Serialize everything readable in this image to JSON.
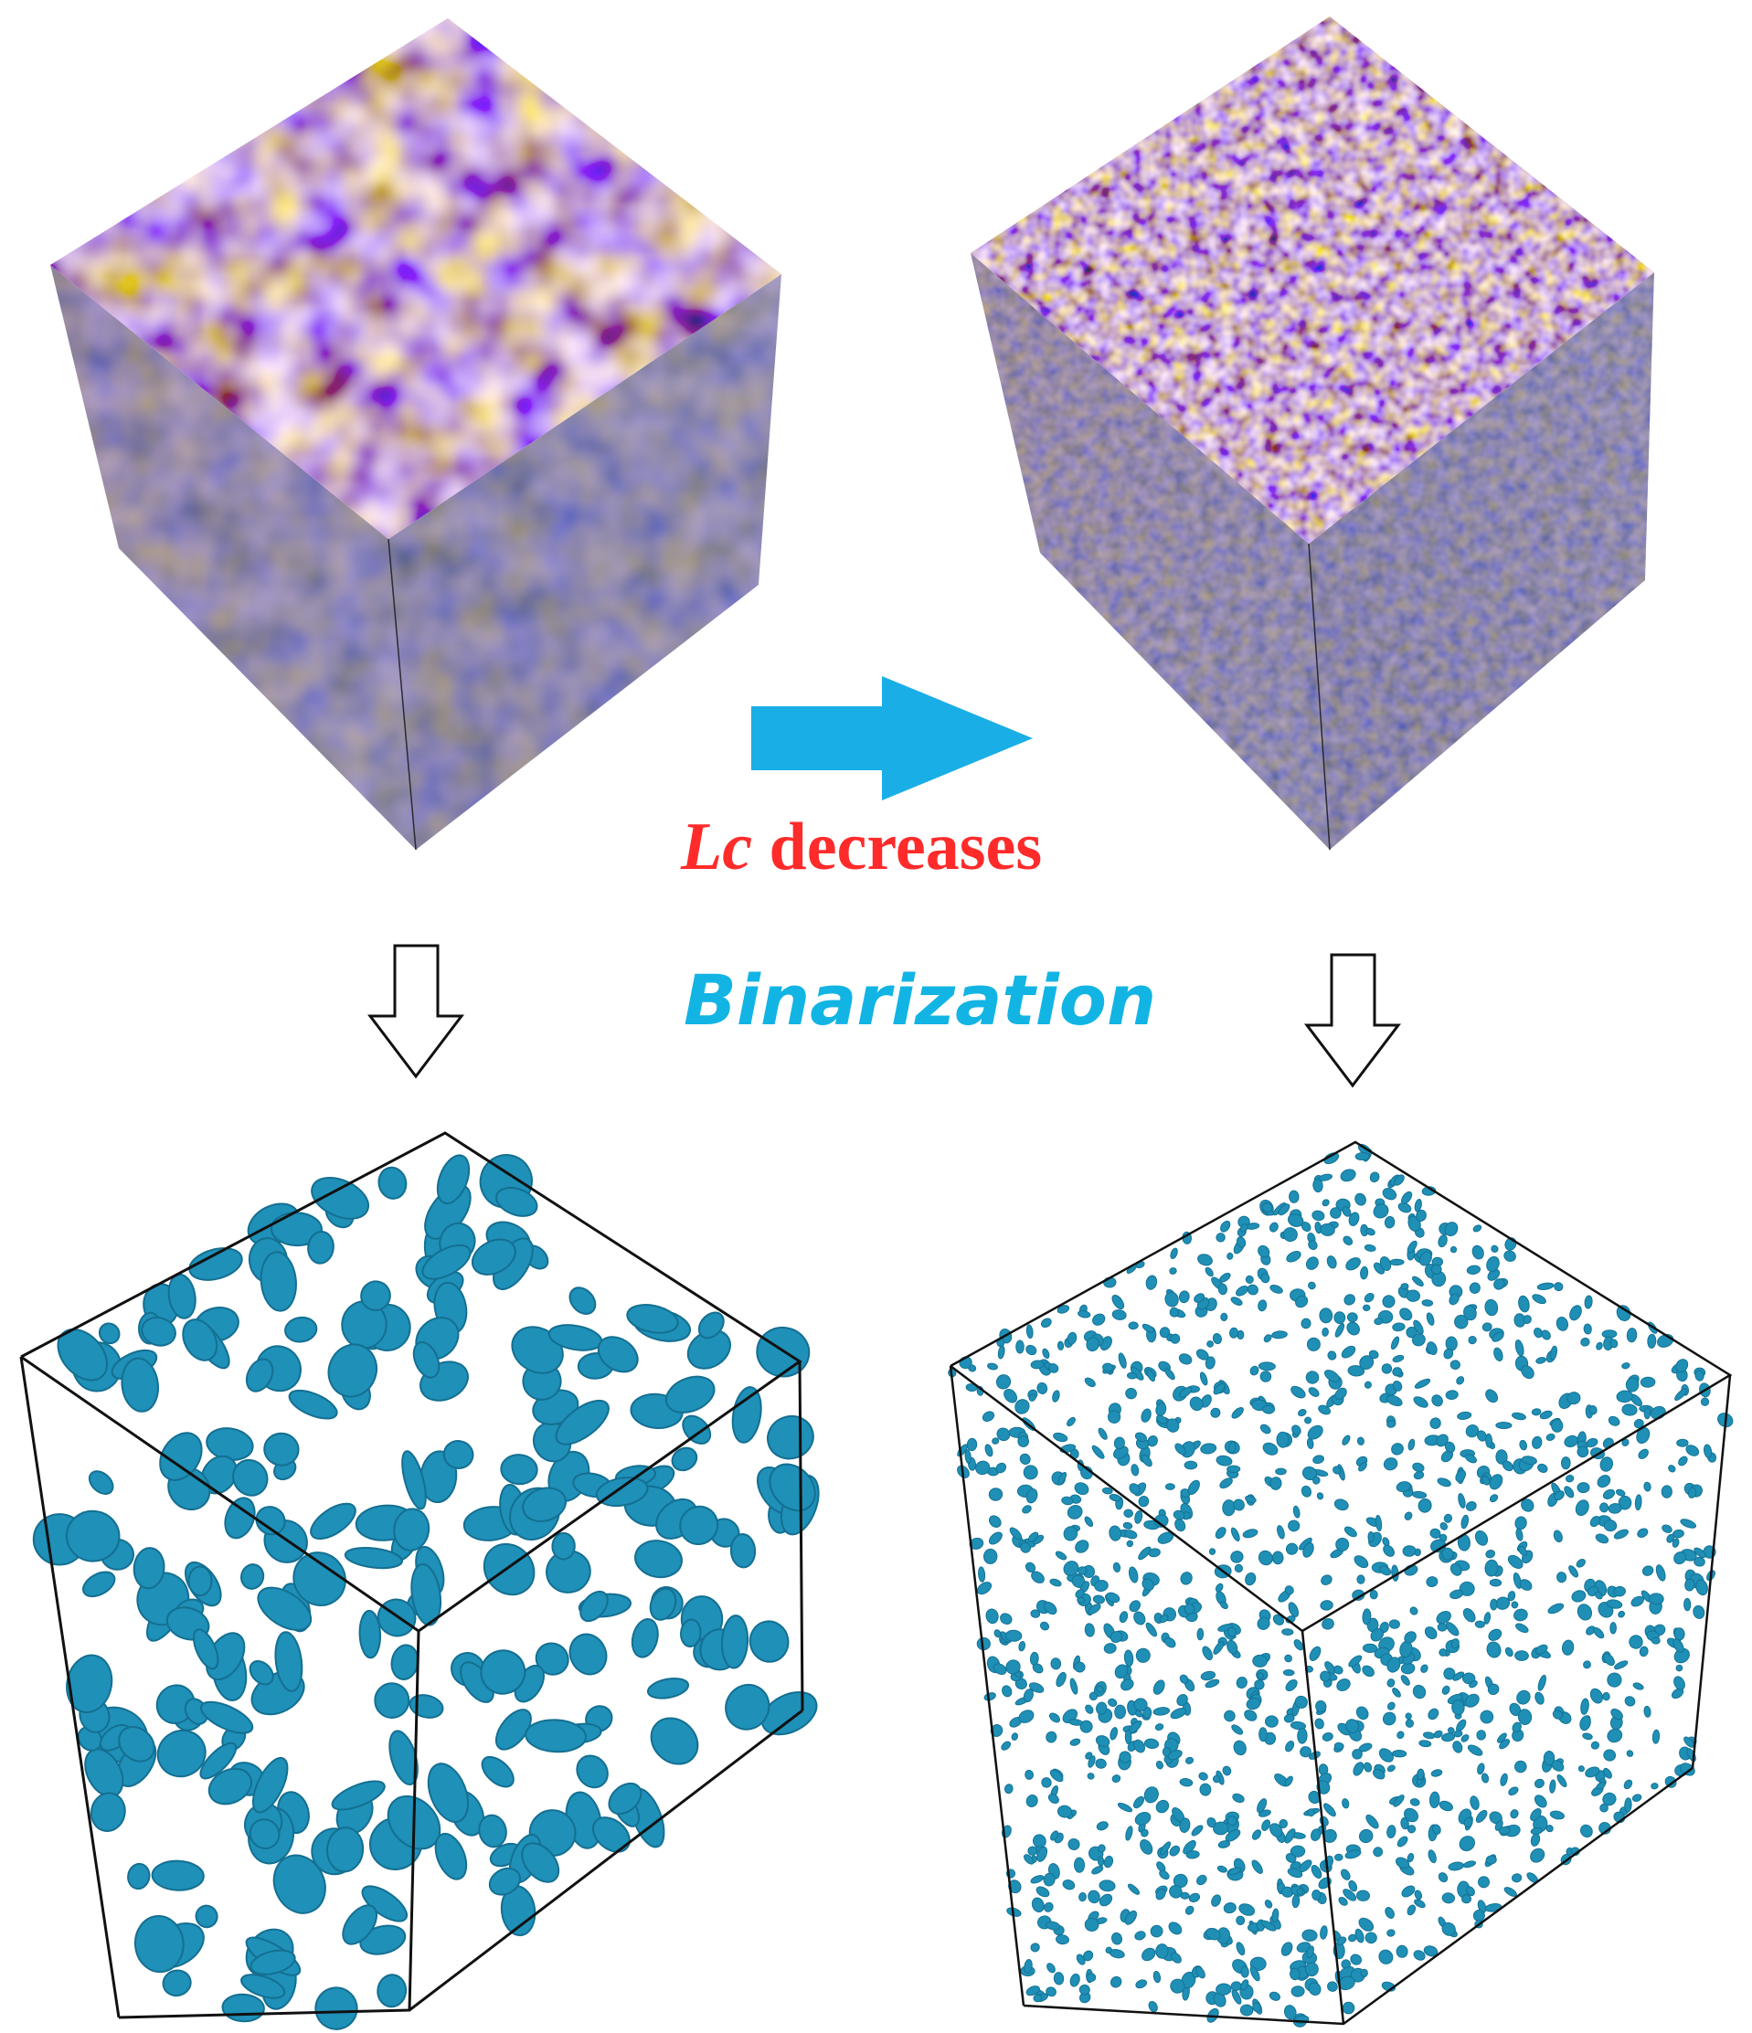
{
  "labels": {
    "lc_symbol": "Lc",
    "lc_text": " decreases",
    "binarization": "Binarization"
  },
  "colors": {
    "field_red": "#e8664f",
    "field_blue": "#5a7fd0",
    "field_neutral": "#e9ddd6",
    "side_face": "#6e7486",
    "arrow_fill": "#1aaee6",
    "lc_text": "#ff2b2b",
    "binarization_text": "#12b4e4",
    "cluster_fill": "#1f90b8",
    "outline": "#111111"
  }
}
